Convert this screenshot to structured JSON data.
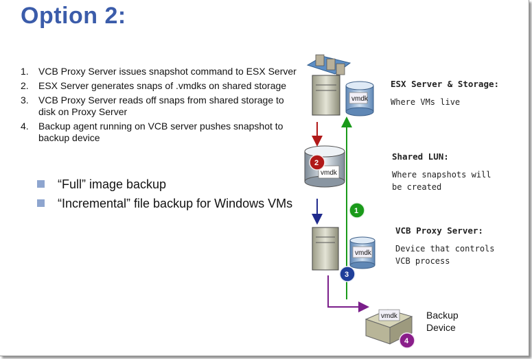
{
  "title": "Option 2:",
  "steps": [
    {
      "num": "1.",
      "text": "VCB Proxy Server issues snapshot command to ESX Server"
    },
    {
      "num": "2.",
      "text": "ESX Server generates snaps of .vmdks on shared storage"
    },
    {
      "num": "3.",
      "text": "VCB Proxy Server reads off snaps from shared storage to disk on Proxy Server"
    },
    {
      "num": "4.",
      "text": "Backup agent running on VCB server pushes snapshot to backup device"
    }
  ],
  "bullets": [
    "“Full” image backup",
    "“Incremental” file backup for Windows VMs"
  ],
  "nodes": {
    "esx": {
      "title": "ESX Server & Storage:",
      "desc": "Where VMs live"
    },
    "lun": {
      "title": "Shared LUN:",
      "desc_line1": "Where snapshots will",
      "desc_line2": "be created"
    },
    "proxy": {
      "title": "VCB Proxy Server:",
      "desc_line1": "Device that controls",
      "desc_line2": "VCB process"
    },
    "backup": {
      "line1": "Backup",
      "line2": "Device"
    }
  },
  "disk_label": "vmdk",
  "badges": [
    "1",
    "2",
    "3",
    "4"
  ],
  "colors": {
    "title": "#3b5caa",
    "bullet_square": "#8ea5cf",
    "arrow_step1": "#1a9a1a",
    "arrow_step2": "#b01818",
    "arrow_step3": "#1f2a8c",
    "arrow_step4": "#7a1e8a",
    "badge1": "#1a9a1a",
    "badge2": "#b01818",
    "badge3": "#1f3f9a",
    "badge4": "#8a1e8a"
  }
}
